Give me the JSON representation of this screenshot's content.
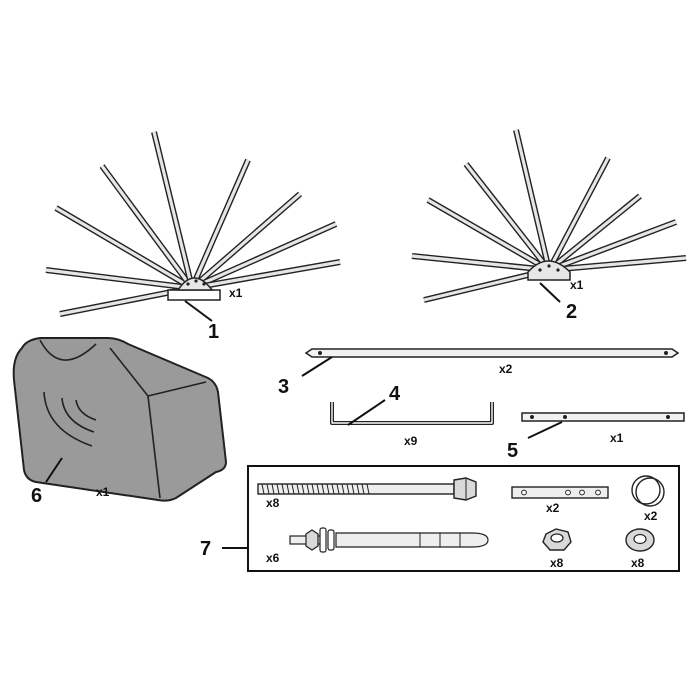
{
  "parts": [
    {
      "number": "1",
      "qty": "x1",
      "name": "left arm frame assembly"
    },
    {
      "number": "2",
      "qty": "x1",
      "name": "right arm frame assembly"
    },
    {
      "number": "3",
      "qty": "x2",
      "name": "long bar"
    },
    {
      "number": "4",
      "qty": "x9",
      "name": "u-bracket"
    },
    {
      "number": "5",
      "qty": "x1",
      "name": "front bar"
    },
    {
      "number": "6",
      "qty": "x1",
      "name": "cover"
    },
    {
      "number": "7",
      "name": "hardware kit"
    }
  ],
  "hardware": {
    "bolt_qty": "x8",
    "plate_qty": "x2",
    "cap_qty": "x2",
    "anchor_qty": "x6",
    "nut_qty": "x8",
    "washer_qty": "x8"
  },
  "colors": {
    "line": "#222222",
    "fill_light": "#e6e6e6",
    "fill_mid": "#bdbdbd",
    "cover": "#9a9a9a"
  }
}
